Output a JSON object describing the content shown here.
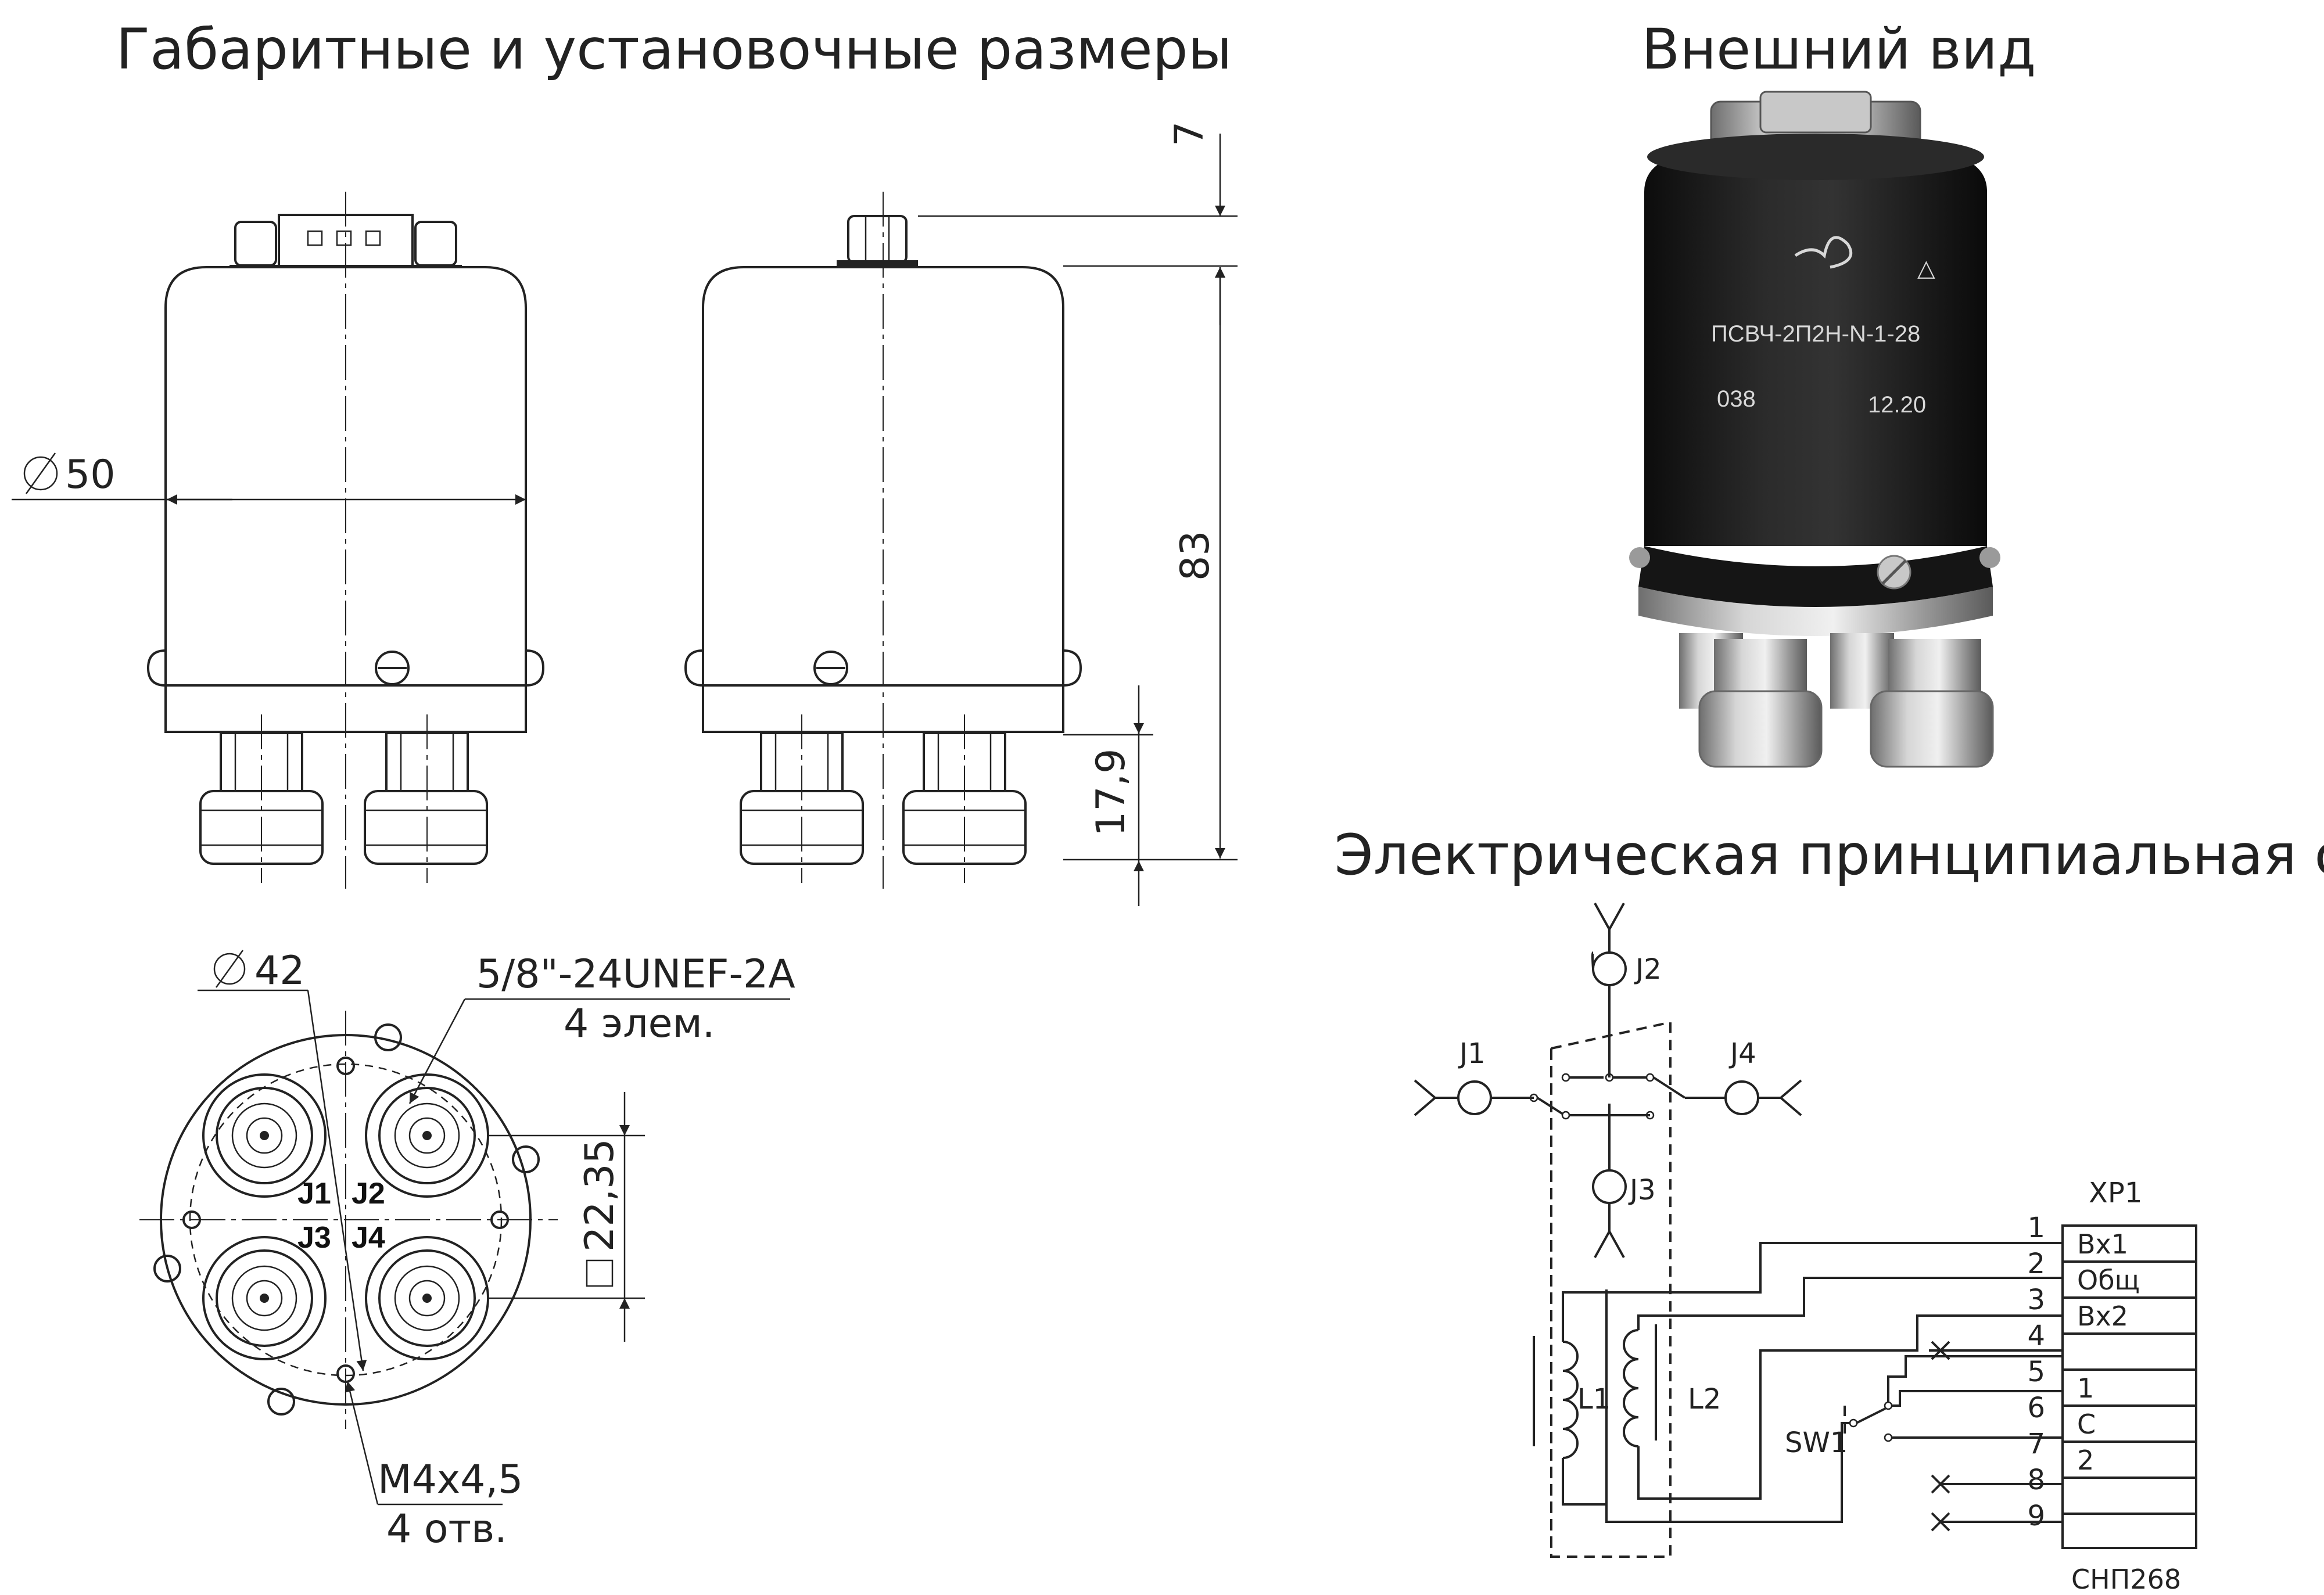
{
  "titles": {
    "dimensions": "Габаритные и установочные размеры",
    "appearance": "Внешний вид",
    "schematic": "Электрическая принципиальная схема"
  },
  "dims": {
    "diameter_body": "50",
    "height_total": "83",
    "height_top": "7",
    "height_connector": "17,9",
    "diameter_bolt": "42",
    "thread": "5/8\"-24UNEF-2A",
    "thread_count": "4 элем.",
    "square": "22,35",
    "hole": "M4x4,5",
    "hole_count": "4 отв."
  },
  "ports": [
    "J1",
    "J2",
    "J3",
    "J4"
  ],
  "photo": {
    "model": "ПСВЧ-2П2Н-N-1-28",
    "number": "038",
    "date": "12.20",
    "triangle": "△"
  },
  "schematic": {
    "connector": "XP1",
    "connector_type": "СНП268",
    "pins": [
      "1",
      "2",
      "3",
      "4",
      "5",
      "6",
      "7",
      "8",
      "9"
    ],
    "pin_labels": [
      "Вх1",
      "Общ",
      "Вх2",
      "",
      "",
      "1",
      "С",
      "2",
      ""
    ],
    "coils": [
      "L1",
      "L2"
    ],
    "switch": "SW1",
    "ports": [
      "J1",
      "J2",
      "J3",
      "J4"
    ]
  },
  "colors": {
    "line": "#222222",
    "body": "#1b1b1b",
    "metal": "#b9b9b9"
  }
}
